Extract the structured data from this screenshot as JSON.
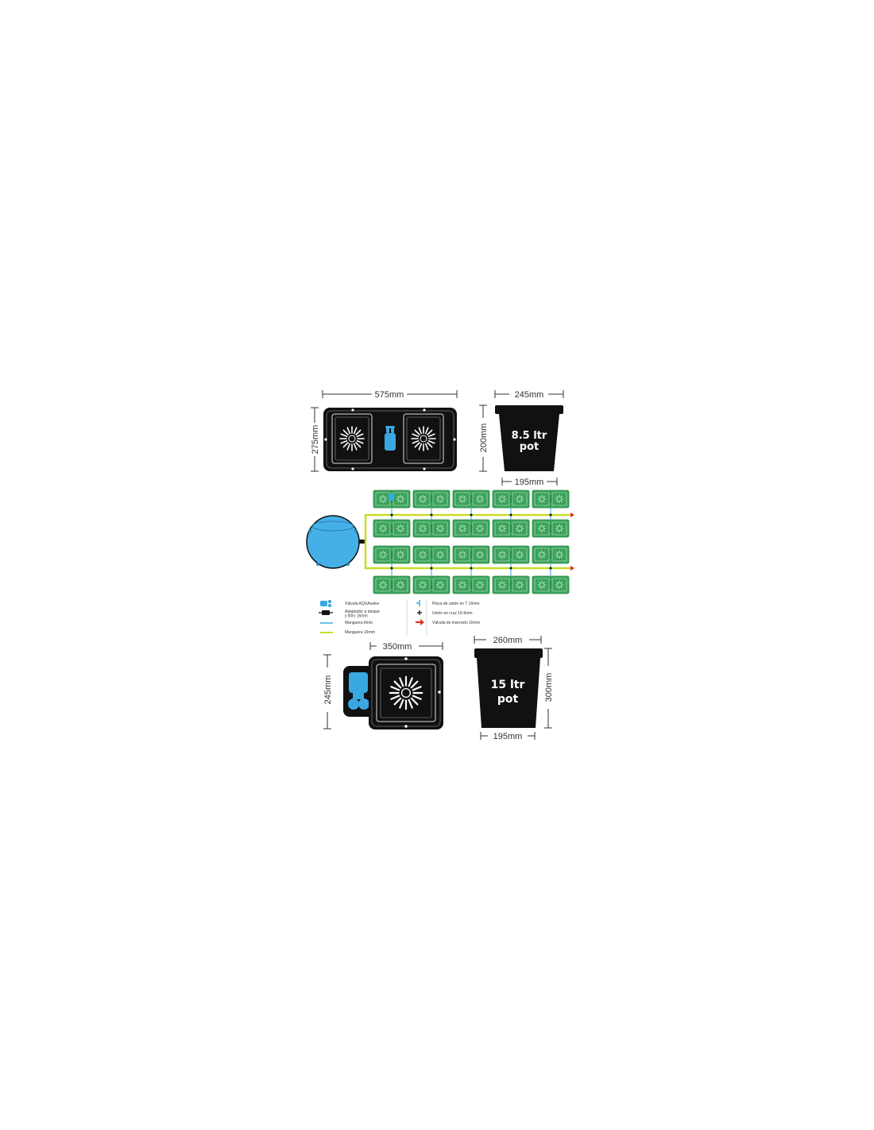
{
  "colors": {
    "tray": "#111111",
    "valve_blue": "#3aa8e0",
    "tank_blue": "#45b0e8",
    "hose_16mm": "#c8dc28",
    "tray_green": "#3aa35a",
    "tray_green_dark": "#2b8a48",
    "insertion_red": "#e03020",
    "hose_6mm": "#3aa8e0"
  },
  "double_tray": {
    "width_label": "575mm",
    "height_label": "275mm",
    "icons": [
      "drain-star-icon",
      "aquavalve-icon",
      "drain-star-icon"
    ]
  },
  "pot_small": {
    "label_line1": "8.5 ltr",
    "label_line2": "pot",
    "top_label": "245mm",
    "height_label": "200mm",
    "base_label": "195mm"
  },
  "layout_grid": {
    "rows": 4,
    "pairs_per_row": 5,
    "icons": [
      "water-tank-icon",
      "tray-pair-icon",
      "insertion-valve-icon"
    ]
  },
  "legend": {
    "left": [
      {
        "icon": "aquavalve-icon",
        "text": "Válvula AQUAvalve"
      },
      {
        "icon": "tank-adapter-icon",
        "text": "Adaptador a tanque\ny filtro 16mm"
      },
      {
        "icon": "hose-6mm-icon",
        "text": "Manguera 6mm"
      },
      {
        "icon": "hose-16mm-icon",
        "text": "Manguera 16mm"
      }
    ],
    "right": [
      {
        "icon": "tee-piece-icon",
        "text": "Pieza de unión en T 16mm"
      },
      {
        "icon": "cross-joint-icon",
        "text": "Unión en cruz 16-6mm"
      },
      {
        "icon": "insertion-valve-icon",
        "text": "Válvula de inserción 16mm"
      }
    ]
  },
  "single_tray": {
    "width_label": "350mm",
    "height_label": "245mm"
  },
  "pot_large": {
    "label_line1": "15 ltr",
    "label_line2": "pot",
    "top_label": "260mm",
    "height_label": "300mm",
    "base_label": "195mm"
  }
}
